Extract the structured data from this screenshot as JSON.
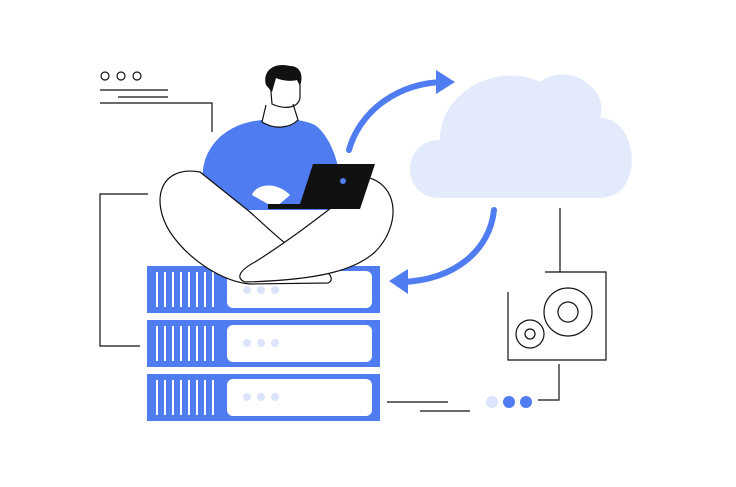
{
  "illustration": {
    "colors": {
      "primary": "#4f7cf0",
      "cloud": "#e2eafc",
      "dot_light": "#dbe4fb",
      "stroke": "#111111"
    },
    "elements": [
      "window-dots-icon",
      "person",
      "laptop-icon",
      "sync-arrows-icon",
      "cloud-icon",
      "server-stack",
      "gears-icon",
      "progress-dots"
    ]
  }
}
